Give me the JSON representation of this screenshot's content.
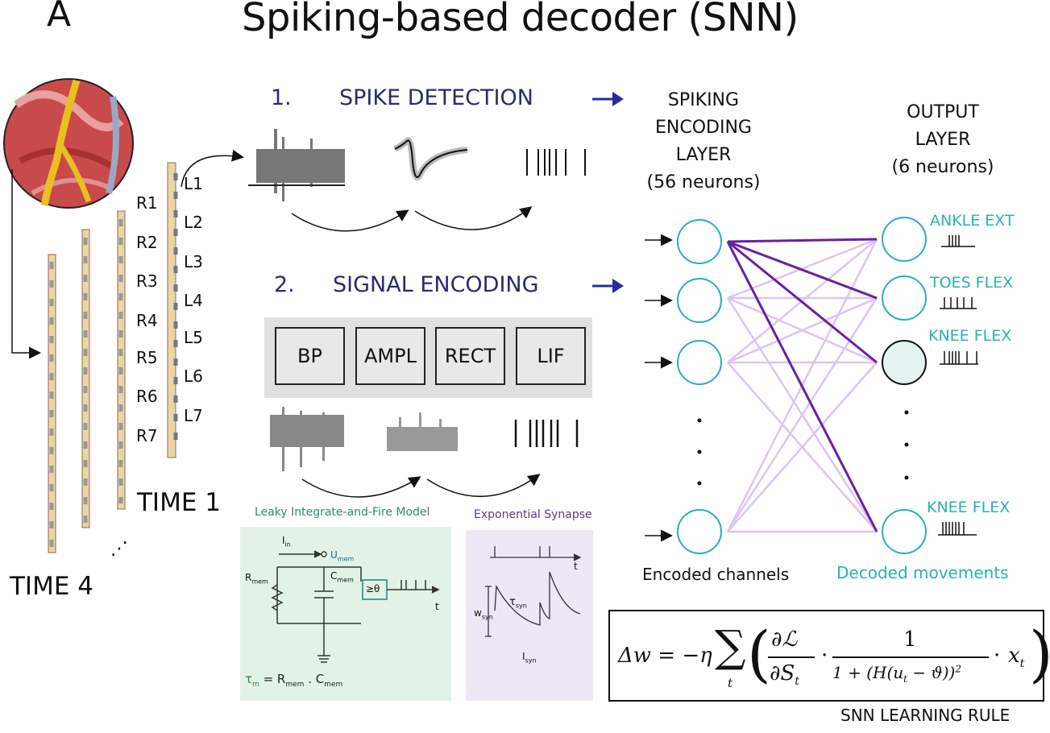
{
  "panel_letter": "A",
  "title": "Spiking-based decoder (SNN)",
  "steps": [
    {
      "num": "1.",
      "title": "SPIKE DETECTION"
    },
    {
      "num": "2.",
      "title": "SIGNAL ENCODING"
    }
  ],
  "encoding_layer": {
    "line1": "SPIKING",
    "line2": "ENCODING",
    "line3": "LAYER",
    "line4": "(56 neurons)"
  },
  "output_layer": {
    "line1": "OUTPUT",
    "line2": "LAYER",
    "line3": "(6 neurons)"
  },
  "electrodes": {
    "right": [
      "R1",
      "R2",
      "R3",
      "R4",
      "R5",
      "R6",
      "R7"
    ],
    "left": [
      "L1",
      "L2",
      "L3",
      "L4",
      "L5",
      "L6",
      "L7"
    ]
  },
  "time_labels": {
    "time1": "TIME 1",
    "time4": "TIME 4"
  },
  "blocks": [
    "BP",
    "AMPL",
    "RECT",
    "LIF"
  ],
  "outputs": [
    "ANKLE EXT",
    "TOES FLEX",
    "KNEE FLEX",
    "KNEE FLEX"
  ],
  "captions": {
    "encoded": "Encoded channels",
    "decoded": "Decoded movements"
  },
  "lif": {
    "title": "Leaky Integrate-and-Fire Model",
    "i_in": "I",
    "i_in_sub": "in",
    "u_mem": "U",
    "u_mem_sub": "mem",
    "r_mem": "R",
    "r_mem_sub": "mem",
    "c_mem": "C",
    "c_mem_sub": "mem",
    "threshold": "≥θ",
    "t": "t",
    "tau_eq_tau": "τ",
    "tau_eq_tau_sub": "m",
    "tau_eq_rhs_r": "= R",
    "tau_eq_rhs_r_sub": "mem",
    "tau_eq_dot": " . C",
    "tau_eq_dot_sub": "mem"
  },
  "synapse": {
    "title": "Exponential Synapse",
    "t": "t",
    "w": "w",
    "w_sub": "syn",
    "tau": "τ",
    "tau_sub": "syn",
    "i": "I",
    "i_sub": "syn"
  },
  "learning_rule": {
    "label": "SNN LEARNING RULE",
    "lhs": "Δw = −η",
    "sum_sub": "t",
    "num1": "∂ℒ",
    "den1": "∂S",
    "den1_sub": "t",
    "dot": "·",
    "num2": "1",
    "den2": "1 + (H(u",
    "den2_sub": "t",
    "den2_tail": " − ϑ))",
    "den2_sup": "2",
    "x": "x",
    "x_sub": "t"
  },
  "colors": {
    "teal": "#2bb0b0",
    "navy": "#2b2b6e",
    "purple_strong": "#6a1fa0",
    "purple_light": "#d7b8ee",
    "lif_bg": "#e3f2e6",
    "syn_bg": "#efe6f6"
  }
}
